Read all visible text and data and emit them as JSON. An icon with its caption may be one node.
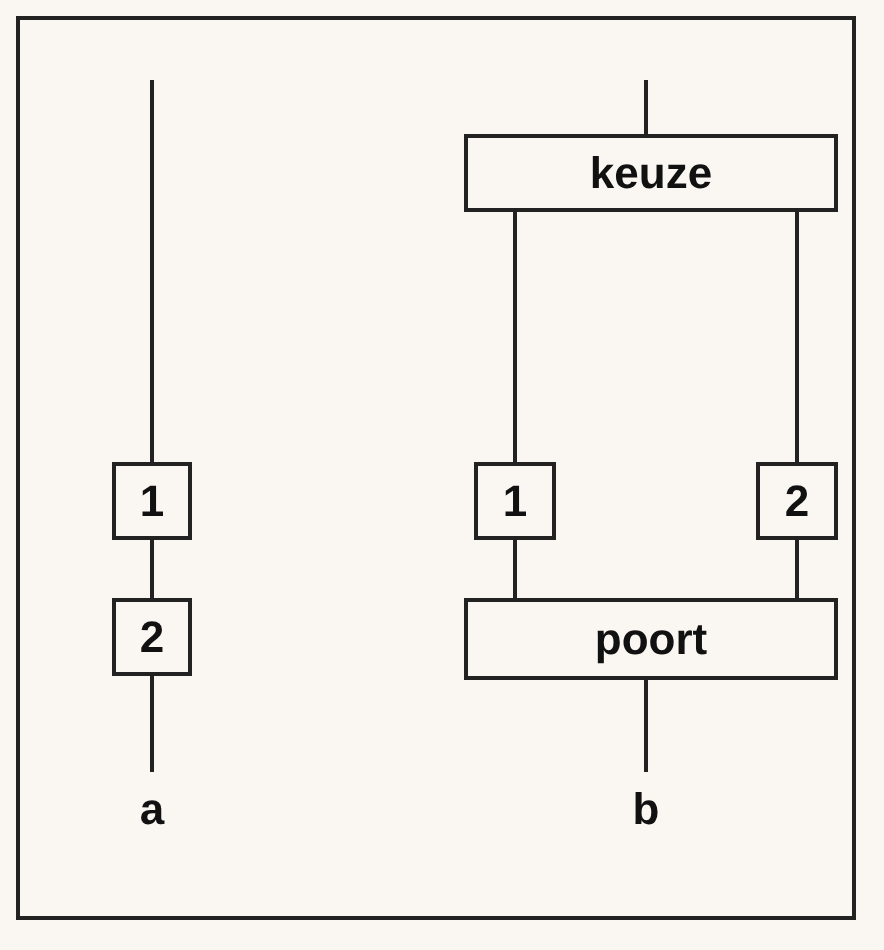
{
  "diagram": {
    "nodes": [
      {
        "text": [
          "1"
        ]
      },
      {
        "text": [
          "2"
        ]
      },
      {
        "text": [
          "keuze"
        ]
      },
      {
        "text": [
          "1"
        ]
      },
      {
        "text": [
          "2"
        ]
      },
      {
        "text": [
          "poort"
        ]
      }
    ],
    "edges": [
      {
        "from": null,
        "to": 0,
        "arrow": "none"
      },
      {
        "from": 0,
        "to": 1,
        "arrow": "none"
      },
      {
        "from": 1,
        "to": null,
        "arrow": "none"
      },
      {
        "from": null,
        "to": 2,
        "arrow": "none"
      },
      {
        "from": 2,
        "to": 3,
        "arrow": "none"
      },
      {
        "from": 2,
        "to": 4,
        "arrow": "none"
      },
      {
        "from": 3,
        "to": 5,
        "arrow": "none"
      },
      {
        "from": 4,
        "to": 5,
        "arrow": "none"
      },
      {
        "from": 5,
        "to": null,
        "arrow": "none"
      }
    ],
    "labels": [
      "a",
      "b"
    ]
  }
}
